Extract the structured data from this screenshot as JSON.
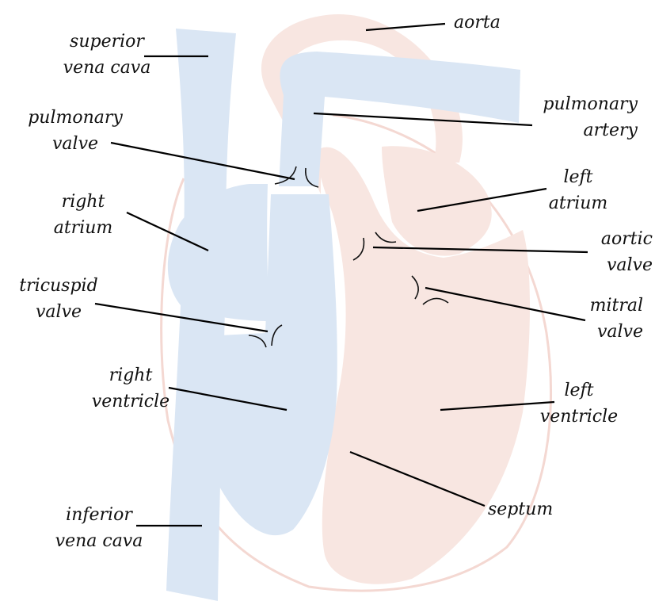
{
  "colors": {
    "deoxygenated": "#dae6f4",
    "oxygenated": "#f8e6e1",
    "outline": "#f4d8d2",
    "leader": "#000000",
    "valve": "#111111"
  },
  "labels": {
    "aorta": [
      "aorta"
    ],
    "superior_vena_cava": [
      "superior",
      "vena cava"
    ],
    "pulmonary_artery": [
      "pulmonary",
      "artery"
    ],
    "pulmonary_valve": [
      "pulmonary",
      "valve"
    ],
    "left_atrium": [
      "left",
      "atrium"
    ],
    "right_atrium": [
      "right",
      "atrium"
    ],
    "aortic_valve": [
      "aortic",
      "valve"
    ],
    "tricuspid_valve": [
      "tricuspid",
      "valve"
    ],
    "mitral_valve": [
      "mitral",
      "valve"
    ],
    "right_ventricle": [
      "right",
      "ventricle"
    ],
    "left_ventricle": [
      "left",
      "ventricle"
    ],
    "septum": [
      "septum"
    ],
    "inferior_vena_cava": [
      "inferior",
      "vena cava"
    ]
  }
}
